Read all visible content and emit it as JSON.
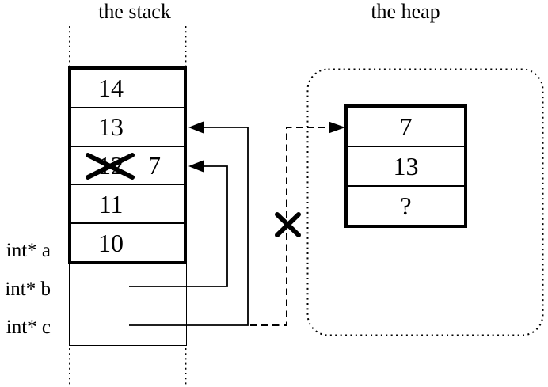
{
  "colors": {
    "ink": "#000000",
    "background": "#ffffff"
  },
  "stack": {
    "title": "the stack",
    "cells": [
      {
        "value": "14"
      },
      {
        "value": "13"
      },
      {
        "value": "12",
        "crossed_out": true,
        "new_value": "7"
      },
      {
        "value": "11"
      },
      {
        "value": "10"
      }
    ],
    "variables": [
      {
        "label": "int* a"
      },
      {
        "label": "int* b"
      },
      {
        "label": "int* c"
      }
    ]
  },
  "heap": {
    "title": "the heap",
    "block": {
      "cells": [
        {
          "value": "7"
        },
        {
          "value": "13"
        },
        {
          "value": "?"
        }
      ]
    }
  },
  "connections": [
    {
      "from": "int* b cell",
      "to": "stack cell 12/7",
      "style": "solid-arrow"
    },
    {
      "from": "int* c cell",
      "to": "stack cell 13",
      "style": "solid-arrow"
    },
    {
      "from": "int* c cell",
      "to": "heap cell 7",
      "style": "dashed-arrow",
      "marked_invalid_with": "cross-out-x-icon"
    }
  ],
  "icons": {
    "crossed_out_value": "cross-out-x-icon",
    "invalid_pointer": "cross-out-x-icon",
    "arrowheads": "solid-triangle-arrowhead"
  }
}
